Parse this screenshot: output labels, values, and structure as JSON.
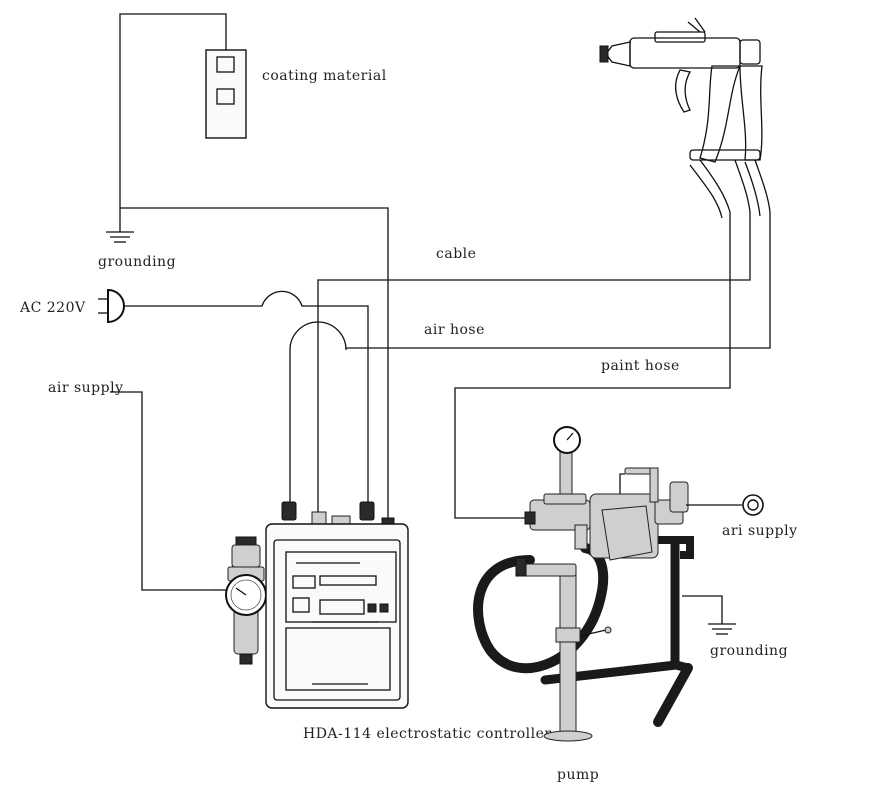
{
  "labels": {
    "coating_material": "coating material",
    "grounding_left": "grounding",
    "ac": "AC 220V",
    "cable": "cable",
    "air_hose": "air hose",
    "paint_hose": "paint hose",
    "air_supply_left": "air supply",
    "air_supply_right": "ari supply",
    "grounding_right": "grounding",
    "controller": "HDA-114 electrostatic controller",
    "pump": "pump"
  },
  "icons": [
    "grounding-symbol",
    "plug-icon",
    "spray-gun",
    "pressure-gauge",
    "air-filter-regulator",
    "air-inlet-icon"
  ],
  "colors": {
    "line": "#111111",
    "background": "#ffffff",
    "metal": "#cfcfcf",
    "hose": "#1a1a1a"
  }
}
